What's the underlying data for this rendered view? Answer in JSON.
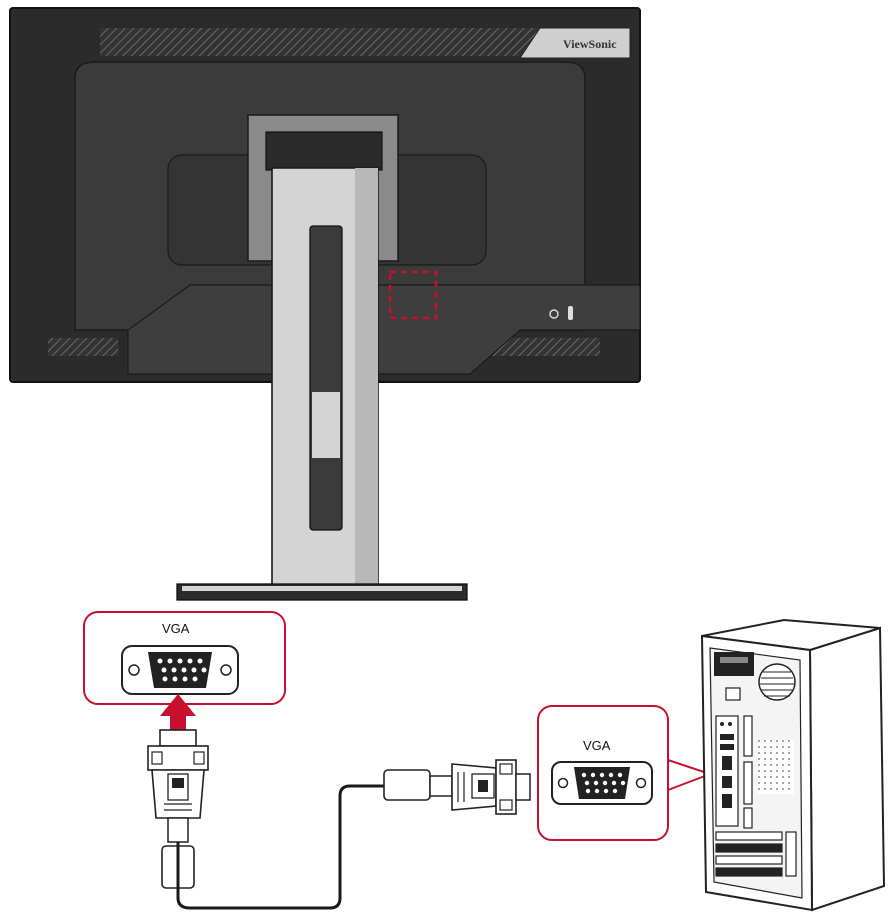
{
  "monitor": {
    "brand_label": "ViewSonic"
  },
  "callouts": {
    "monitor_port_label": "VGA",
    "pc_port_label": "VGA"
  },
  "colors": {
    "accent": "#c8102e",
    "panel": "#3a3a3a",
    "stand": "#d0d0d0",
    "cable": "#1a1a1a"
  },
  "icons": {
    "monitor": "monitor-back-icon",
    "computer": "desktop-tower-icon",
    "connector": "vga-connector-icon",
    "arrow": "arrow-up-icon"
  }
}
